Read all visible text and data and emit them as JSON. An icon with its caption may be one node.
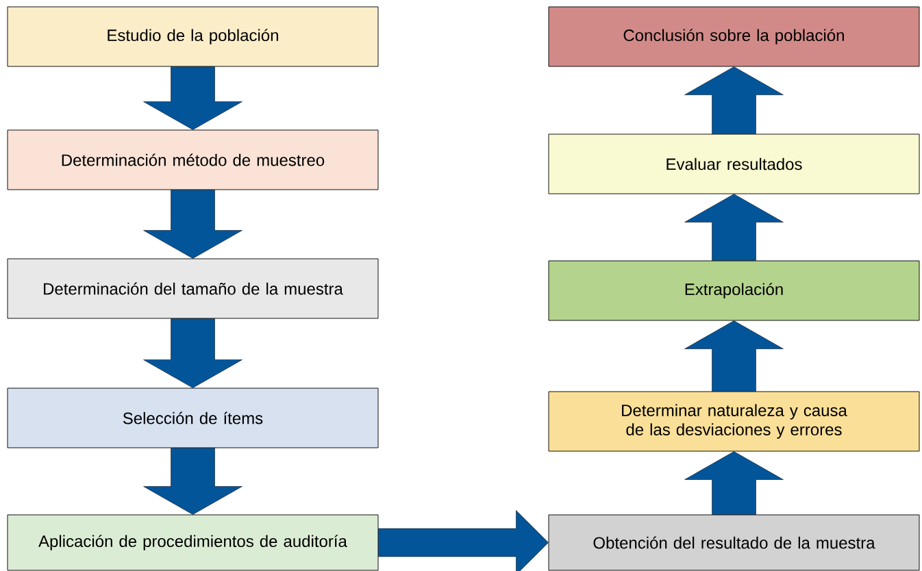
{
  "diagram": {
    "nodes": [
      {
        "text": [
          "Estudio de la población"
        ]
      },
      {
        "text": [
          "Determinación método de muestreo"
        ]
      },
      {
        "text": [
          "Determinación del tamaño de la muestra"
        ]
      },
      {
        "text": [
          "Selección de ítems"
        ]
      },
      {
        "text": [
          "Aplicación de procedimientos de auditoría"
        ]
      },
      {
        "text": [
          "Conclusión sobre la población"
        ]
      },
      {
        "text": [
          "Evaluar resultados"
        ]
      },
      {
        "text": [
          "Extrapolación"
        ]
      },
      {
        "text": [
          "Determinar naturaleza y causa de las desviaciones y errores"
        ]
      },
      {
        "text": [
          "Obtención del resultado de la muestra"
        ]
      }
    ],
    "edges": [
      {
        "from": 0,
        "to": 1,
        "arrow": "to"
      },
      {
        "from": 1,
        "to": 2,
        "arrow": "to"
      },
      {
        "from": 2,
        "to": 3,
        "arrow": "to"
      },
      {
        "from": 3,
        "to": 4,
        "arrow": "to"
      },
      {
        "from": 4,
        "to": 9,
        "arrow": "to"
      },
      {
        "from": 9,
        "to": 8,
        "arrow": "to"
      },
      {
        "from": 8,
        "to": 7,
        "arrow": "to"
      },
      {
        "from": 7,
        "to": 6,
        "arrow": "to"
      },
      {
        "from": 6,
        "to": 5,
        "arrow": "to"
      }
    ]
  }
}
